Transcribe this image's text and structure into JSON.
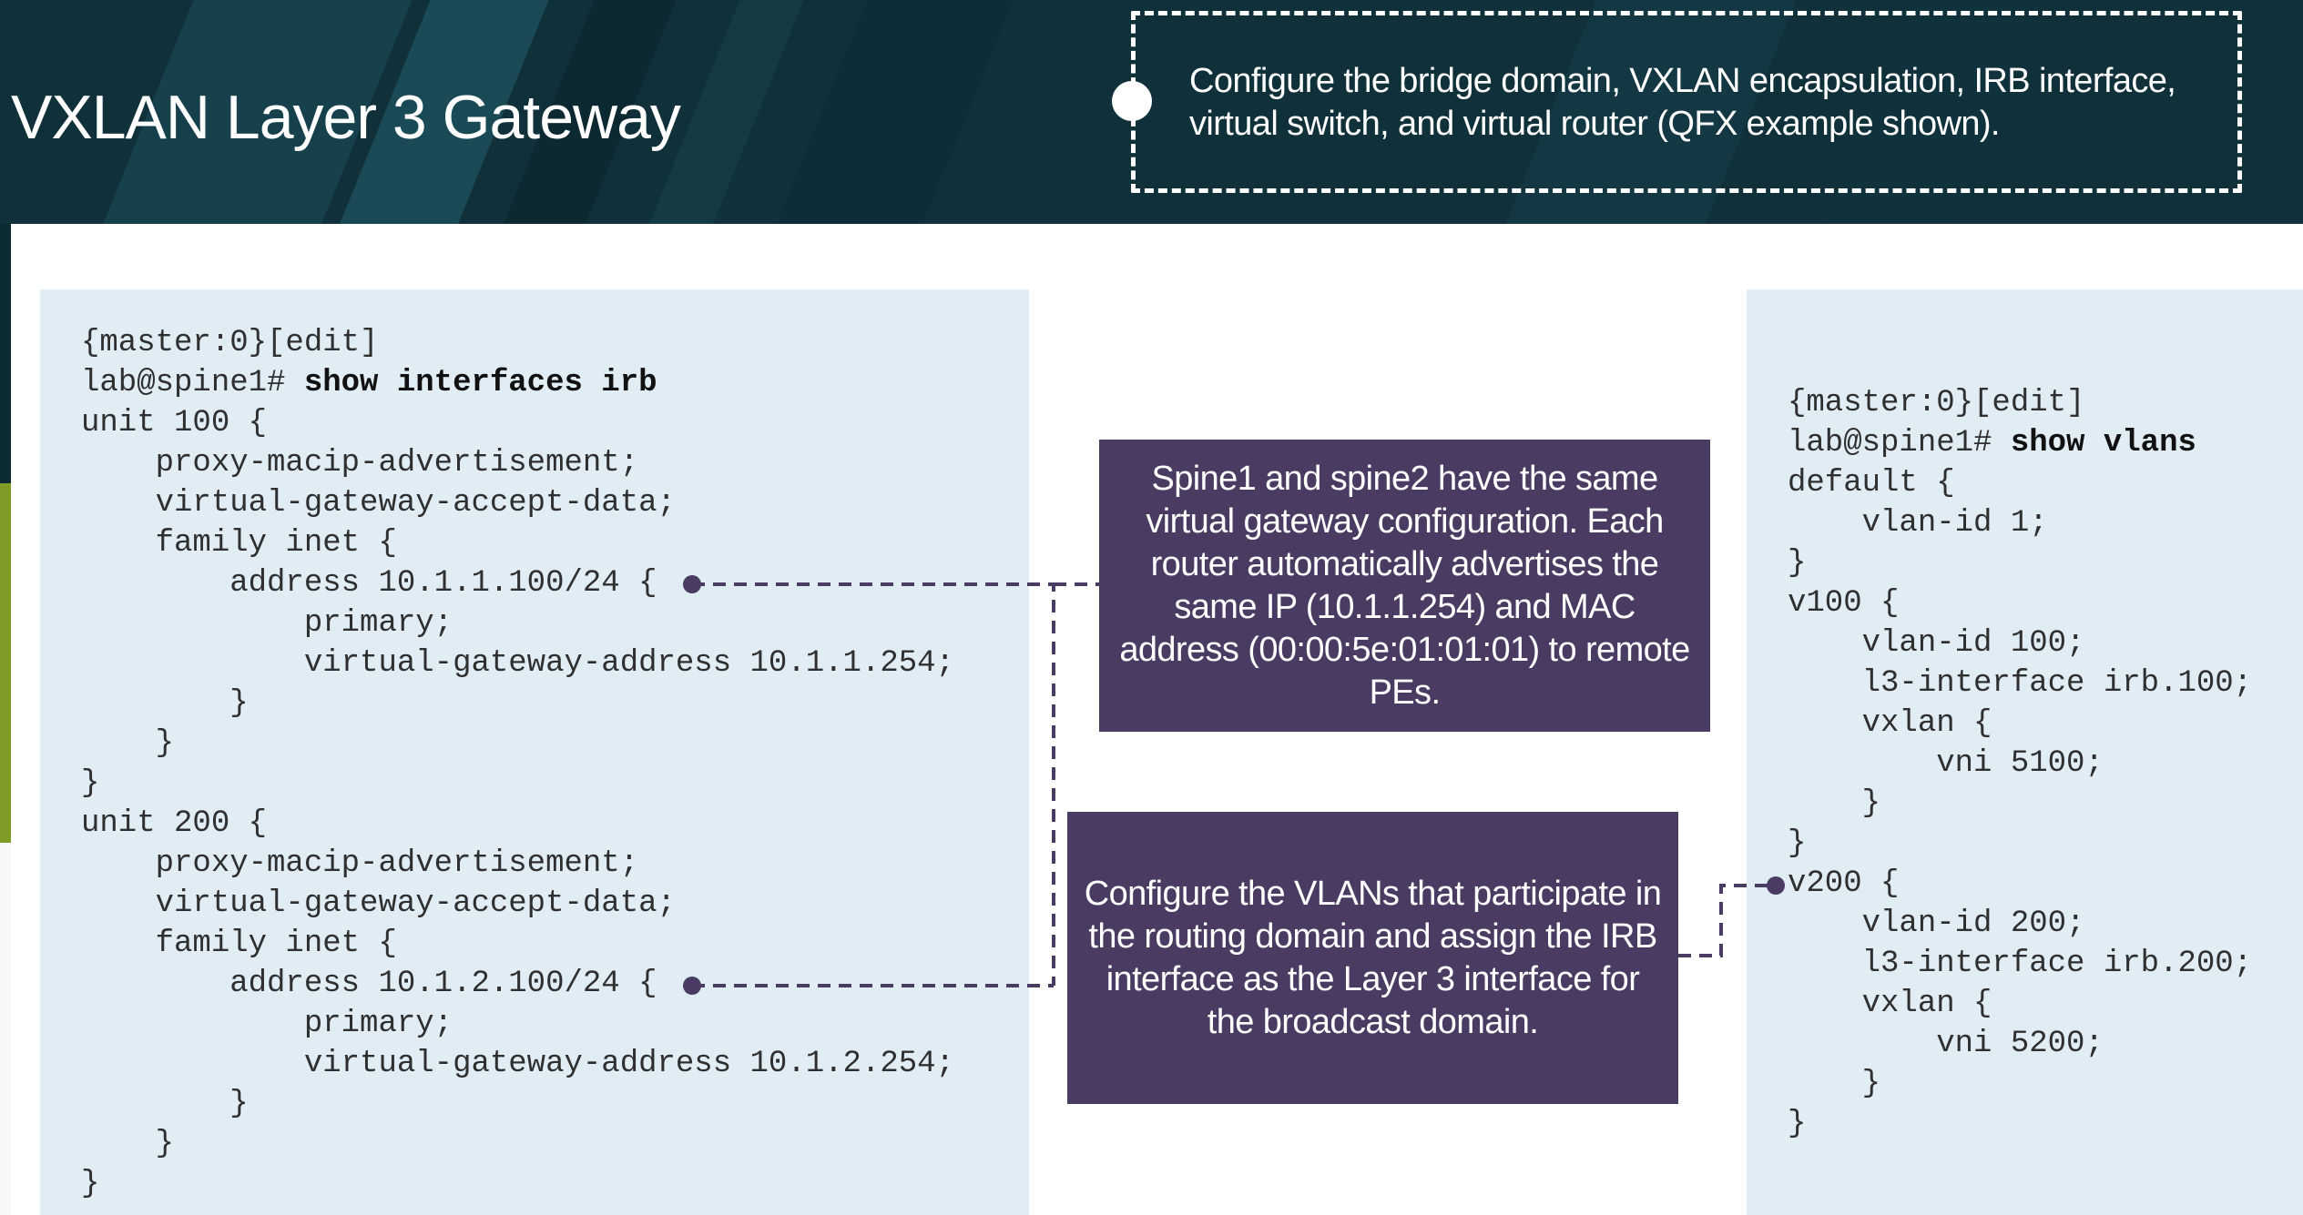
{
  "header": {
    "title": "VXLAN Layer 3 Gateway",
    "note": "Configure the bridge domain, VXLAN encapsulation, IRB interface, virtual switch, and virtual router (QFX example shown)."
  },
  "left_code": {
    "lines": [
      {
        "text": "{master:0}[edit]"
      },
      {
        "prompt": "lab@spine1# ",
        "command": "show interfaces irb"
      },
      {
        "text": "unit 100 {"
      },
      {
        "text": "    proxy-macip-advertisement;"
      },
      {
        "text": "    virtual-gateway-accept-data;"
      },
      {
        "text": "    family inet {"
      },
      {
        "text": "        address 10.1.1.100/24 {"
      },
      {
        "text": "            primary;"
      },
      {
        "text": "            virtual-gateway-address 10.1.1.254;"
      },
      {
        "text": "        }"
      },
      {
        "text": "    }"
      },
      {
        "text": "}"
      },
      {
        "text": "unit 200 {"
      },
      {
        "text": "    proxy-macip-advertisement;"
      },
      {
        "text": "    virtual-gateway-accept-data;"
      },
      {
        "text": "    family inet {"
      },
      {
        "text": "        address 10.1.2.100/24 {"
      },
      {
        "text": "            primary;"
      },
      {
        "text": "            virtual-gateway-address 10.1.2.254;"
      },
      {
        "text": "        }"
      },
      {
        "text": "    }"
      },
      {
        "text": "}"
      }
    ]
  },
  "right_code": {
    "lines": [
      {
        "text": "{master:0}[edit]"
      },
      {
        "prompt": "lab@spine1# ",
        "command": "show vlans"
      },
      {
        "text": "default {"
      },
      {
        "text": "    vlan-id 1;"
      },
      {
        "text": "}"
      },
      {
        "text": "v100 {"
      },
      {
        "text": "    vlan-id 100;"
      },
      {
        "text": "    l3-interface irb.100;"
      },
      {
        "text": "    vxlan {"
      },
      {
        "text": "        vni 5100;"
      },
      {
        "text": "    }"
      },
      {
        "text": "}"
      },
      {
        "text": "v200 {"
      },
      {
        "text": "    vlan-id 200;"
      },
      {
        "text": "    l3-interface irb.200;"
      },
      {
        "text": "    vxlan {"
      },
      {
        "text": "        vni 5200;"
      },
      {
        "text": "    }"
      },
      {
        "text": "}"
      }
    ]
  },
  "callouts": {
    "top": "Spine1 and spine2 have the same virtual gateway configuration. Each router automatically advertises the same IP (10.1.1.254) and MAC address (00:00:5e:01:01:01) to remote PEs.",
    "bottom": "Configure the VLANs that participate in the routing domain and assign the IRB interface as the Layer 3 interface for the broadcast domain."
  },
  "colors": {
    "header_bg": "#10303a",
    "callout_bg": "#4a3b62",
    "code_panel_bg": "#e1edf4",
    "accent_green": "#7f9c27",
    "connector": "#4a3b62"
  }
}
